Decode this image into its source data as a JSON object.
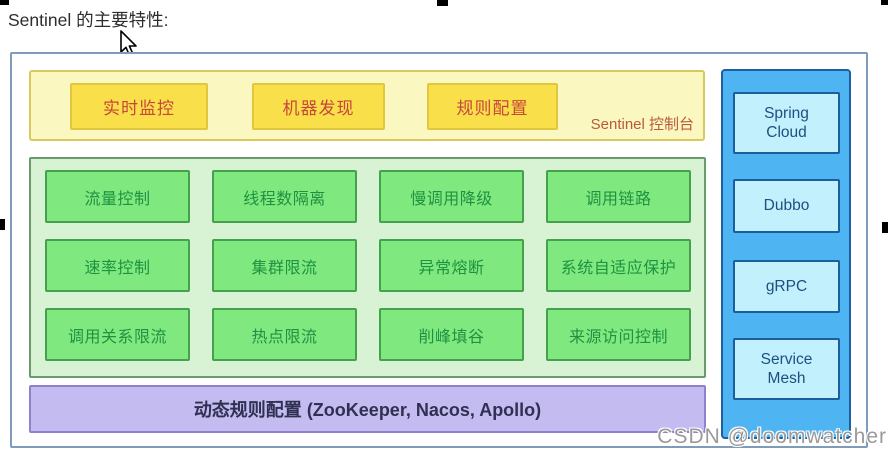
{
  "page": {
    "title": "Sentinel 的主要特性:"
  },
  "console": {
    "label": "Sentinel 控制台",
    "items": [
      "实时监控",
      "机器发现",
      "规则配置"
    ]
  },
  "features": {
    "rows": [
      [
        "流量控制",
        "线程数隔离",
        "慢调用降级",
        "调用链路"
      ],
      [
        "速率控制",
        "集群限流",
        "异常熔断",
        "系统自适应保护"
      ],
      [
        "调用关系限流",
        "热点限流",
        "削峰填谷",
        "来源访问控制"
      ]
    ]
  },
  "dynamic_rule": {
    "label": "动态规则配置 (ZooKeeper, Nacos, Apollo)"
  },
  "integrations": {
    "items": [
      "Spring\nCloud",
      "Dubbo",
      "gRPC",
      "Service\nMesh"
    ]
  },
  "watermark": "CSDN @doomwatcher",
  "colors": {
    "outer_border": "#7e9cba",
    "console_bg": "#faf8c0",
    "console_item_bg": "#f9df49",
    "console_text": "#c7483a",
    "features_bg": "#d8f3d4",
    "feature_cell_bg": "#7fe87f",
    "feature_text": "#1e9240",
    "dynamic_bg": "#c4bcf1",
    "dynamic_text": "#2f3052",
    "integrations_bg": "#4fb5f2",
    "integration_item_bg": "#c2f0fc",
    "integration_text": "#1d4f80"
  }
}
